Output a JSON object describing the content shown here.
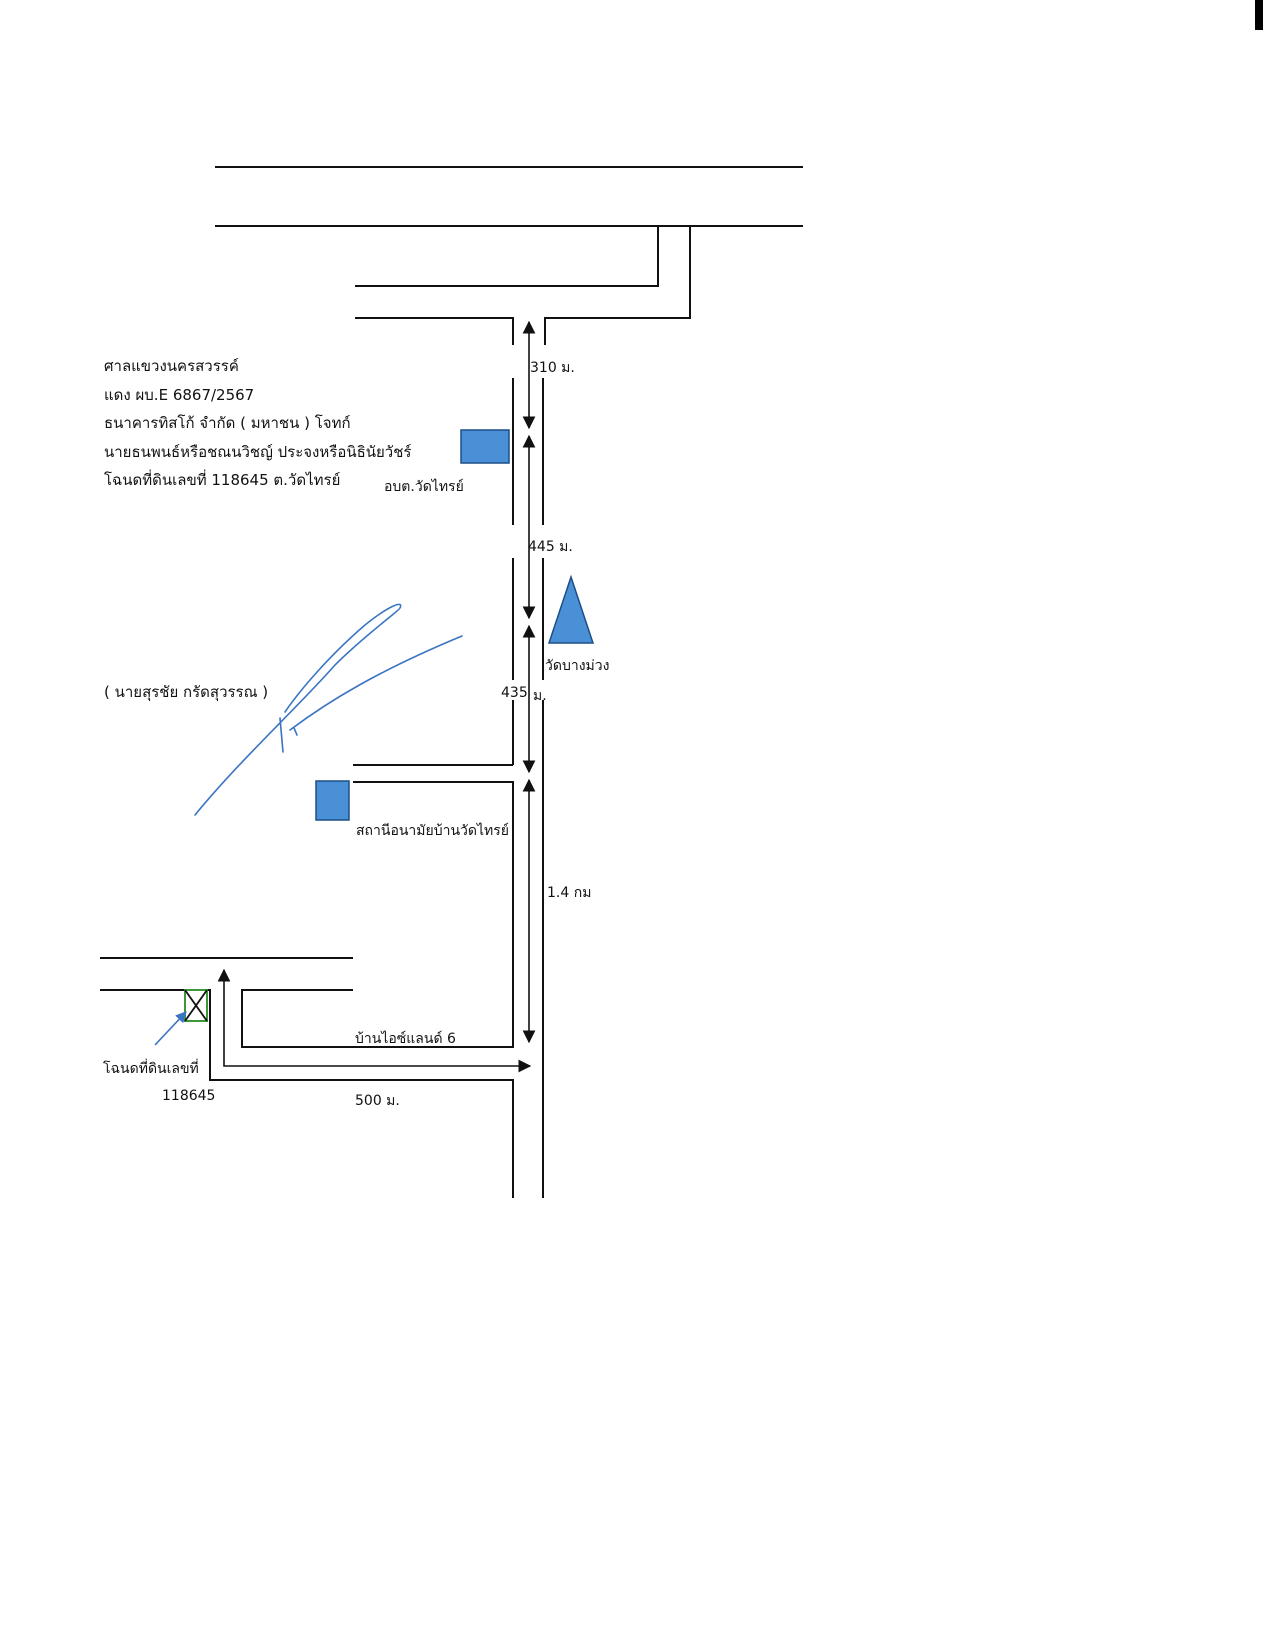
{
  "case": {
    "court": "ศาลแขวงนครสวรรค์",
    "case_no": "แดง ผบ.E 6867/2567",
    "plaintiff": "ธนาคารทิสโก้ จำกัด  ( มหาชน )  โจทก์",
    "defendant": "นายธนพนธ์หรือชณนวิชญ์ ประจงหรือนิธินัยวัชร์",
    "deed": "โฉนดที่ดินเลขที่ 118645 ต.วัดไทรย์"
  },
  "labels": {
    "sao": "อบต.วัดไทรย์",
    "temple": "วัดบางม่วง",
    "health_station": "สถานีอนามัยบ้านวัดไทรย์",
    "village": "บ้านไอซ์แลนด์ 6",
    "deed_label_1": "โฉนดที่ดินเลขที่",
    "deed_label_2": "118645"
  },
  "distances": {
    "d1": "310 ม.",
    "d2": "445 ม.",
    "d3_num": "435",
    "d3_unit": "ม.",
    "d4": "1.4 กม",
    "d5": "500 ม."
  },
  "signature": {
    "name": "( นายสุรชัย กรัดสุวรรณ )"
  },
  "colors": {
    "marker_fill": "#4a90d6",
    "marker_stroke": "#1d4f86",
    "ink_blue": "#3a74c2",
    "road": "#111111"
  },
  "icons": [
    "building-marker-icon",
    "temple-triangle-icon",
    "parcel-x-icon",
    "pointer-arrow-icon",
    "signature-scribble"
  ]
}
